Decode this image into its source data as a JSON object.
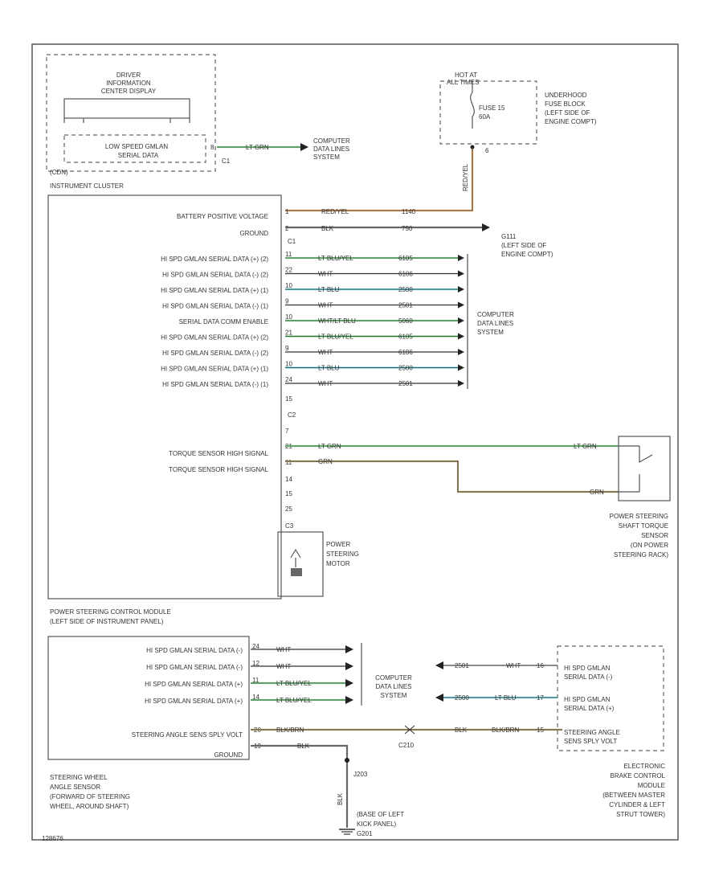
{
  "diagram_id": "128676",
  "colors": {
    "green": "#7ee08a",
    "blue": "#6fd3e0",
    "orange": "#f2a15a",
    "tan": "#b8a36a",
    "gray": "#666666",
    "line": "#444444"
  },
  "dic": {
    "title": "DRIVER INFORMATION CENTER DISPLAY",
    "title_l1": "DRIVER",
    "title_l2": "INFORMATION",
    "title_l3": "CENTER DISPLAY",
    "serial_l1": "LOW SPEED GMLAN",
    "serial_l2": "SERIAL DATA",
    "pin": "8",
    "wire": "LT GRN",
    "connector": "C1",
    "dest_l1": "COMPUTER",
    "dest_l2": "DATA LINES",
    "dest_l3": "SYSTEM"
  },
  "cluster": {
    "label": "INSTRUMENT CLUSTER",
    "code": "(CDN)",
    "connector_top": "C1",
    "connector_mid": "C2",
    "connector_bottom": "C3",
    "row_battery": "BATTERY POSITIVE VOLTAGE",
    "row_ground": "GROUND",
    "pin_battery": "1",
    "pin_ground": "2",
    "battery_wire": "RED/YEL",
    "battery_circuit": "1140",
    "ground_wire": "BLK",
    "ground_circuit": "750",
    "rows": [
      {
        "label": "HI SPD GMLAN SERIAL DATA (+) (2)",
        "pin": "11",
        "wire": "LT BLU/YEL",
        "circuit": "6105",
        "color": "green"
      },
      {
        "label": "HI SPD GMLAN SERIAL DATA (-) (2)",
        "pin": "22",
        "wire": "WHT",
        "circuit": "6106",
        "color": "none"
      },
      {
        "label": "HI SPD GMLAN SERIAL DATA (+) (1)",
        "pin": "10",
        "wire": "LT BLU",
        "circuit": "2500",
        "color": "blue"
      },
      {
        "label": "HI SPD GMLAN SERIAL DATA (-) (1)",
        "pin": "9",
        "wire": "WHT",
        "circuit": "2501",
        "color": "none"
      },
      {
        "label": "SERIAL DATA COMM ENABLE",
        "pin": "10",
        "wire": "WHT/LT BLU",
        "circuit": "5060",
        "color": "green"
      },
      {
        "label": "HI SPD GMLAN SERIAL DATA (+) (2)",
        "pin": "21",
        "wire": "LT BLU/YEL",
        "circuit": "6105",
        "color": "green"
      },
      {
        "label": "HI SPD GMLAN SERIAL DATA (-) (2)",
        "pin": "9",
        "wire": "WHT",
        "circuit": "6106",
        "color": "none"
      },
      {
        "label": "HI SPD GMLAN SERIAL DATA (+) (1)",
        "pin": "10",
        "wire": "LT BLU",
        "circuit": "2500",
        "color": "blue"
      },
      {
        "label": "HI SPD GMLAN SERIAL DATA (-) (1)",
        "pin": "24",
        "wire": "WHT",
        "circuit": "2501",
        "color": "none"
      }
    ],
    "computer_dest_l1": "COMPUTER",
    "computer_dest_l2": "DATA LINES",
    "computer_dest_l3": "SYSTEM",
    "pin_after_rows": "15",
    "torque_high_1": "TORQUE SENSOR HIGH SIGNAL",
    "torque_high_2": "TORQUE SENSOR HIGH SIGNAL",
    "pin_c2_top": "7",
    "pin_torque_1": "21",
    "pin_torque_2": "11",
    "pin_c2_a": "14",
    "pin_c2_b": "15",
    "pin_c2_c": "25",
    "torque_wire_1": "LT GRN",
    "torque_wire_2": "GRN"
  },
  "fuse": {
    "hot_at_l1": "HOT AT",
    "hot_at_l2": "ALL TIMES",
    "label_l1": "FUSE 15",
    "label_l2": "60A",
    "block_l1": "UNDERHOOD",
    "block_l2": "FUSE BLOCK",
    "block_l3": "(LEFT SIDE OF",
    "block_l4": "ENGINE COMPT)",
    "pin": "6",
    "wire_vertical": "RED/YEL"
  },
  "ground_g111": {
    "name": "G111",
    "loc_l1": "(LEFT SIDE OF",
    "loc_l2": "ENGINE COMPT)"
  },
  "motor": {
    "label_l1": "POWER",
    "label_l2": "STEERING",
    "label_l3": "MOTOR"
  },
  "torque_sensor": {
    "label_l1": "POWER STEERING",
    "label_l2": "SHAFT TORQUE",
    "label_l3": "SENSOR",
    "label_l4": "(ON POWER",
    "label_l5": "STEERING RACK)",
    "wire_1": "LT GRN",
    "wire_2": "GRN"
  },
  "pscm": {
    "label_l1": "POWER STEERING CONTROL MODULE",
    "label_l2": "(LEFT SIDE OF INSTRUMENT PANEL)",
    "rows": [
      {
        "label": "HI SPD GMLAN SERIAL DATA (-)",
        "pin": "24",
        "wire": "WHT",
        "color": "none"
      },
      {
        "label": "HI SPD GMLAN SERIAL DATA (-)",
        "pin": "12",
        "wire": "WHT",
        "color": "none"
      },
      {
        "label": "HI SPD GMLAN SERIAL DATA (+)",
        "pin": "11",
        "wire": "LT BLU/YEL",
        "color": "green"
      },
      {
        "label": "HI SPD GMLAN SERIAL DATA (+)",
        "pin": "14",
        "wire": "LT BLU/YEL",
        "color": "green"
      }
    ],
    "steer_angle": "STEERING ANGLE SENS SPLY VOLT",
    "ground": "GROUND",
    "pin_steer": "20",
    "pin_ground": "19",
    "steer_wire": "BLK/BRN",
    "ground_wire": "BLK",
    "connector_c210": "C210",
    "dest_l1": "COMPUTER",
    "dest_l2": "DATA LINES",
    "dest_l3": "SYSTEM"
  },
  "steering_wheel_sensor": {
    "label_l1": "STEERING WHEEL",
    "label_l2": "ANGLE SENSOR",
    "label_l3": "(FORWARD OF STEERING",
    "label_l4": "WHEEL, AROUND SHAFT)"
  },
  "ground_g203": {
    "splice": "J203",
    "wire": "BLK",
    "loc_l1": "(BASE OF LEFT",
    "loc_l2": "KICK PANEL)",
    "name": "G201"
  },
  "ebcm": {
    "row1_l1": "HI SPD GMLAN",
    "row1_l2": "SERIAL DATA (-)",
    "row2_l1": "HI SPD GMLAN",
    "row2_l2": "SERIAL DATA (+)",
    "row3_l1": "STEERING ANGLE",
    "row3_l2": "SENS SPLY VOLT",
    "wire_1": "WHT",
    "wire_2": "LT BLU",
    "wire_3": "BLK/BRN",
    "wire_3b": "BLK",
    "circuit_1": "2501",
    "circuit_2": "2500",
    "pin_1": "16",
    "pin_2": "17",
    "pin_3": "15",
    "label_l1": "ELECTRONIC",
    "label_l2": "BRAKE CONTROL",
    "label_l3": "MODULE",
    "label_l4": "(BETWEEN MASTER",
    "label_l5": "CYLINDER & LEFT",
    "label_l6": "STRUT TOWER)"
  }
}
